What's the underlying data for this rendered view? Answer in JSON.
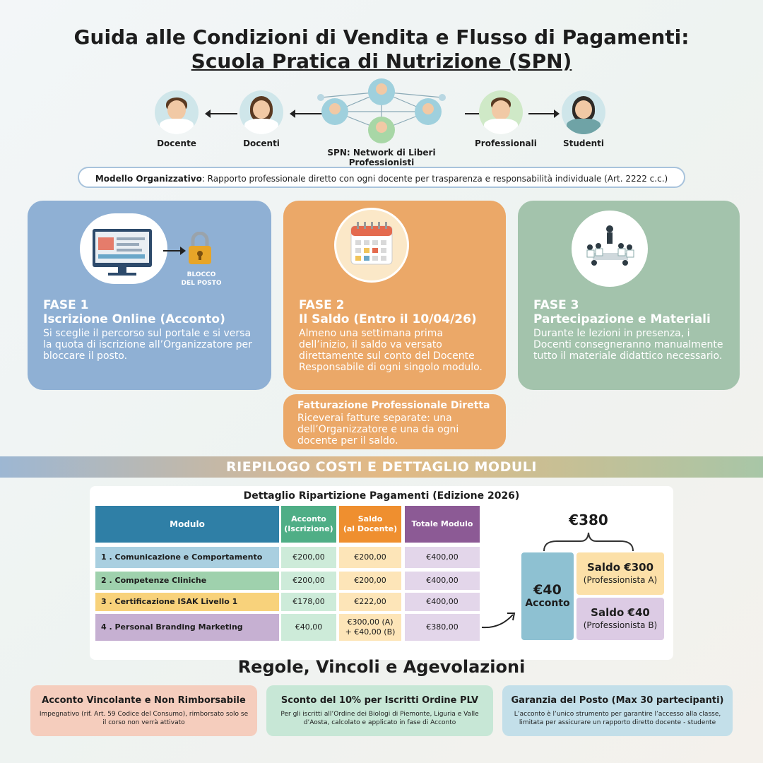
{
  "title": {
    "line1": "Guida alle Condizioni di Vendita e Flusso di Pagamenti:",
    "line2": "Scuola Pratica di Nutrizione (SPN)"
  },
  "network": {
    "people": [
      "Docente",
      "Docenti",
      "SPN: Network di Liberi Professionisti",
      "Professionali",
      "Studenti"
    ]
  },
  "model": {
    "label": "Modello Organizzativo",
    "text": ": Rapporto professionale diretto con ogni docente per trasparenza e responsabilità individuale (Art. 2222 c.c.)"
  },
  "phases": [
    {
      "num": "FASE 1",
      "title": "Iscrizione Online (Acconto)",
      "text": "Si sceglie il percorso sul portale e si versa la quota di iscrizione all’Organizzatore per bloccare il posto.",
      "illus_label_1": "BLOCCO",
      "illus_label_2": "DEL POSTO"
    },
    {
      "num": "FASE 2",
      "title": "Il Saldo (Entro il 10/04/26)",
      "text": "Almeno una settimana prima dell’inizio, il saldo va versato direttamente sul conto del Docente Responsabile di ogni singolo modulo."
    },
    {
      "num": "FASE 3",
      "title": "Partecipazione e Materiali",
      "text": "Durante le lezioni in presenza, i Docenti consegneranno manualmente tutto il materiale didattico necessario."
    }
  ],
  "invoice": {
    "title": "Fatturazione Professionale Diretta",
    "text": "Riceverai fatture separate: una dell’Organizzatore e una da ogni docente per il saldo."
  },
  "banner": "RIEPILOGO COSTI E DETTAGLIO MODULI",
  "table": {
    "caption": "Dettaglio Ripartizione Pagamenti (Edizione 2026)",
    "headers": {
      "modulo": "Modulo",
      "acconto": "Acconto",
      "acconto_sub": "(Iscrizione)",
      "saldo": "Saldo",
      "saldo_sub": "(al Docente)",
      "totale": "Totale Modulo"
    },
    "rows": [
      {
        "modulo": "1 . Comunicazione e Comportamento",
        "acconto": "€200,00",
        "saldo": "€200,00",
        "totale": "€400,00"
      },
      {
        "modulo": "2 . Competenze Cliniche",
        "acconto": "€200,00",
        "saldo": "€200,00",
        "totale": "€400,00"
      },
      {
        "modulo": "3 . Certificazione ISAK Livello 1",
        "acconto": "€178,00",
        "saldo": "€222,00",
        "totale": "€400,00"
      },
      {
        "modulo": "4 . Personal Branding  Marketing",
        "acconto": "€40,00",
        "saldo": "€300,00 (A)",
        "saldo2": "+ €40,00 (B)",
        "totale": "€380,00"
      }
    ],
    "colors": {
      "header_modulo": "#2f7fa6",
      "header_acconto": "#4fae86",
      "header_saldo": "#ef8f2f",
      "header_totale": "#8c5a95",
      "row_mod": [
        "#a9cfe0",
        "#9fd1ad",
        "#f8d27b",
        "#c6b0d2"
      ],
      "acconto_cell": "#cdebd9",
      "saldo_cell": "#fde5b8",
      "totale_cell": "#e3d6ea"
    }
  },
  "breakdown": {
    "total": "€380",
    "acconto_value": "€40",
    "acconto_label": "Acconto",
    "saldo_a": "Saldo €300",
    "saldo_a_sub": "(Professionista A)",
    "saldo_b": "Saldo €40",
    "saldo_b_sub": "(Professionista B)"
  },
  "rules": {
    "title": "Regole, Vincoli e Agevolazioni",
    "items": [
      {
        "title": "Acconto Vincolante e Non Rimborsabile",
        "text": "Impegnativo (rif. Art. 59 Codice del Consumo), rimborsato solo se il corso non verrà attivato",
        "color": "#f5cdbd"
      },
      {
        "title": "Sconto del 10% per Iscritti Ordine PLV",
        "text": "Per gli iscritti all’Ordine dei Biologi di Piemonte, Liguria e Valle d’Aosta, calcolato e applicato in fase di Acconto",
        "color": "#c7e7d6"
      },
      {
        "title": "Garanzia del Posto (Max 30 partecipanti)",
        "text": "L’acconto è l’unico strumento per garantire l’accesso alla classe, limitata per assicurare un rapporto diretto docente - studente",
        "color": "#c3dfe9"
      }
    ]
  }
}
